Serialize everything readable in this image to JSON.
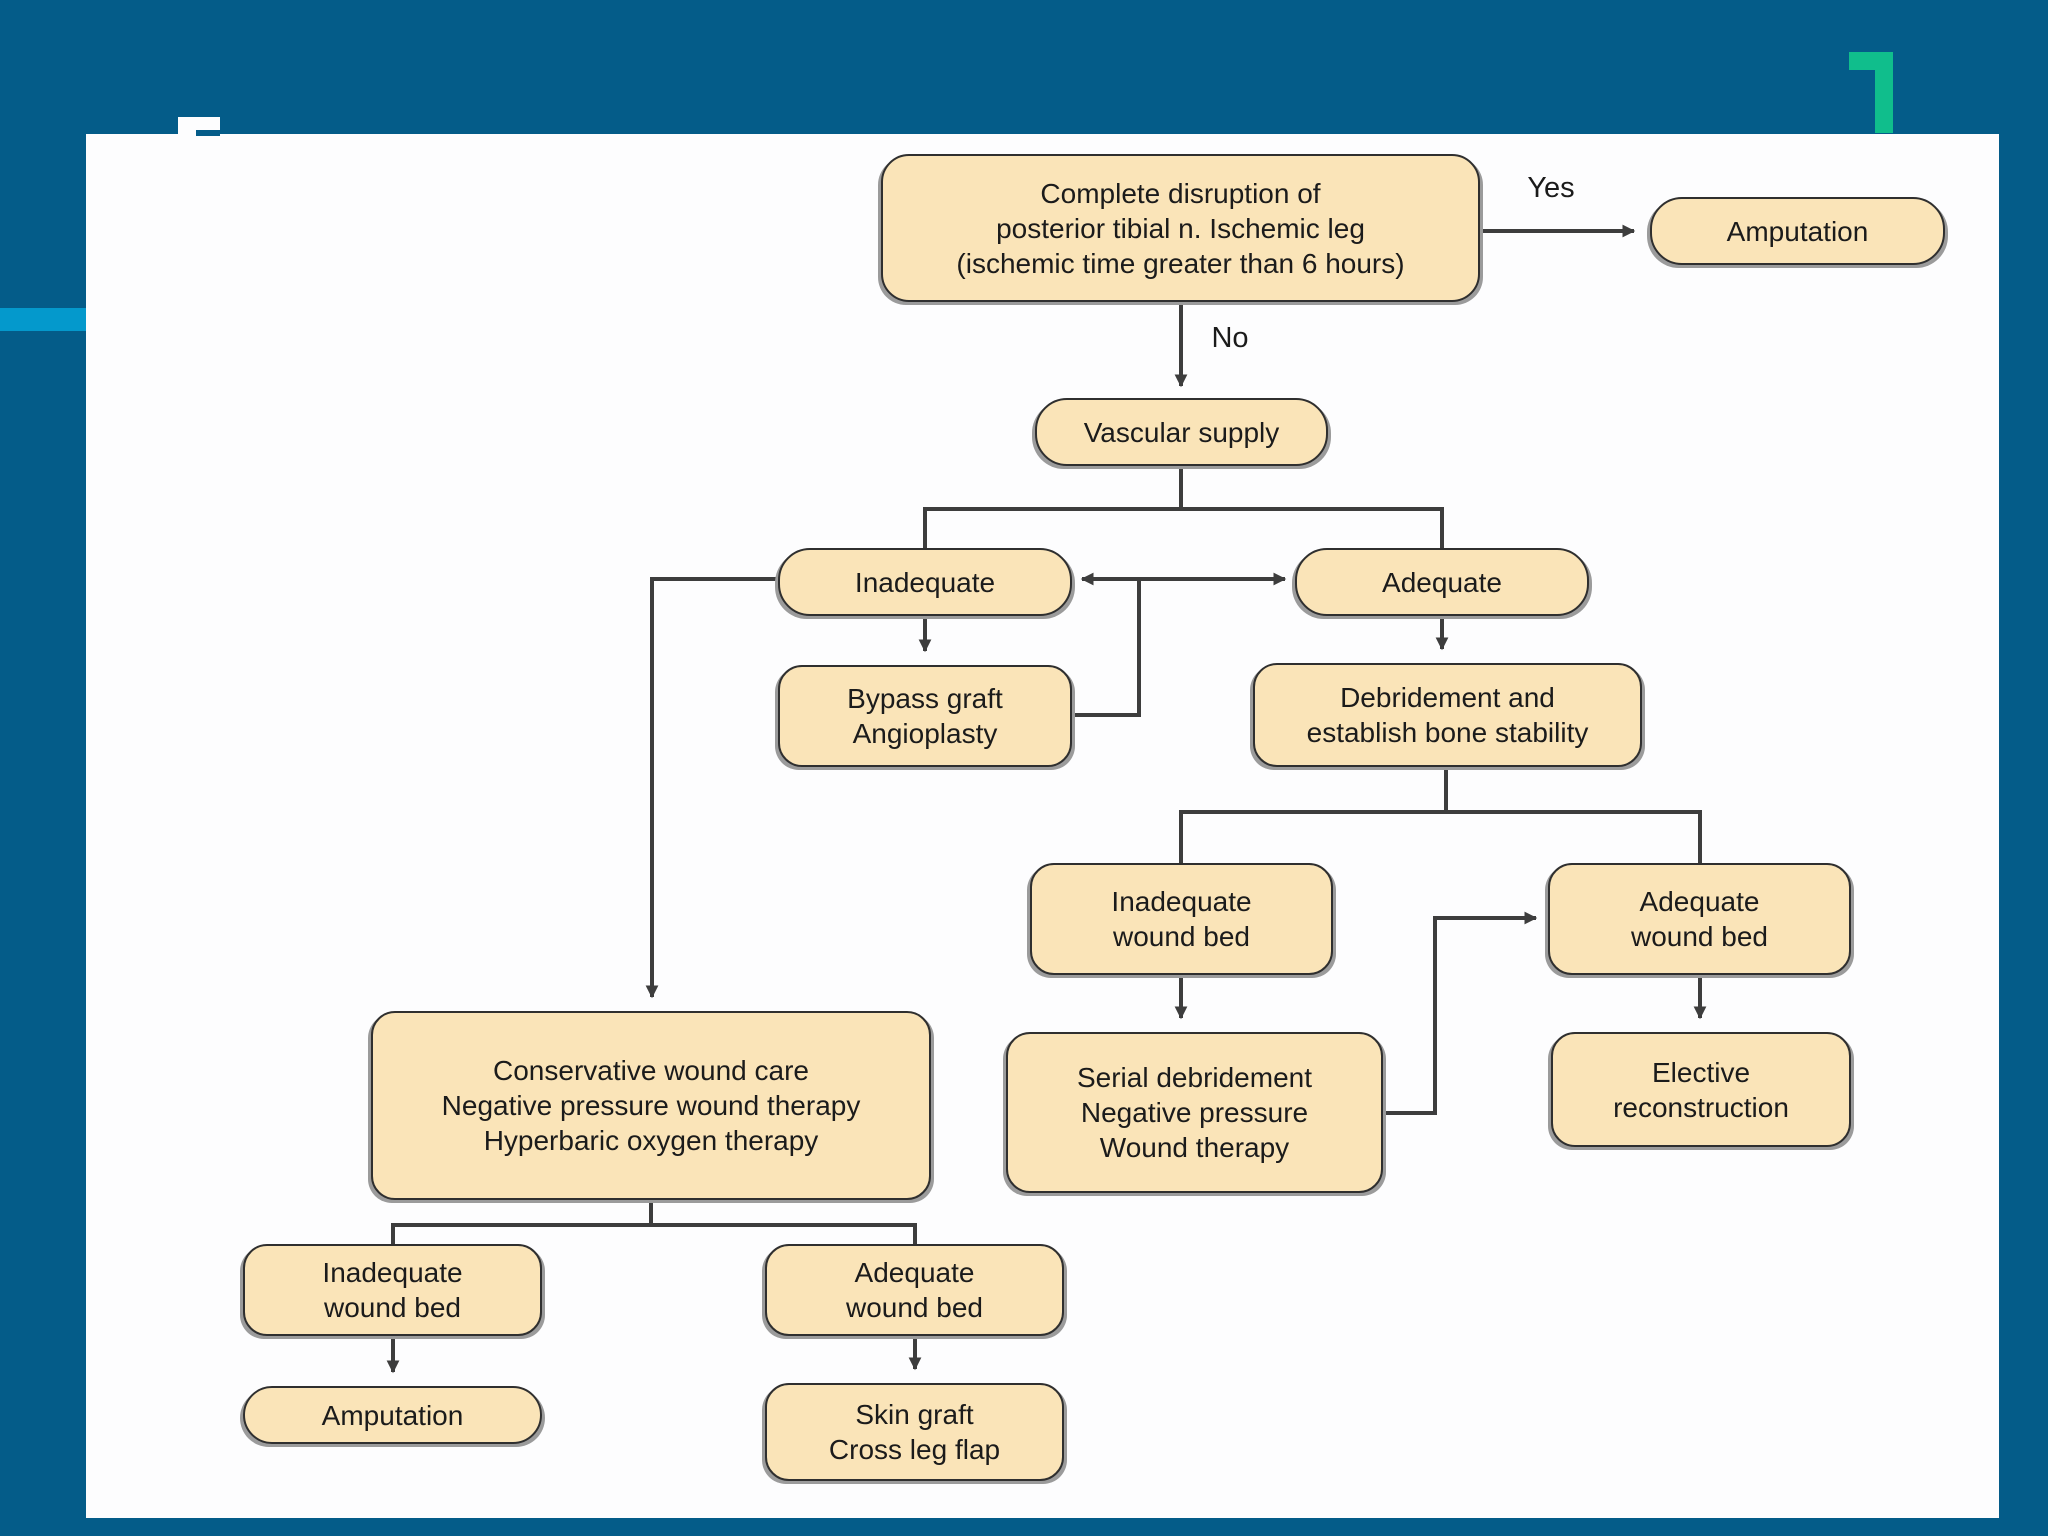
{
  "theme": {
    "background": "#045C89",
    "accent_bar": "#0499CC",
    "bracket": "#10BE8C",
    "panel": "#FDFDFE",
    "node_fill": "#FAE4B8",
    "node_border": "#2F2F2F",
    "node_shadow": "#9B9B9B",
    "connector": "#3D3D3D",
    "text": "#1B1B1B"
  },
  "flowchart": {
    "edge_labels": {
      "yes": "Yes",
      "no": "No"
    },
    "nodes": {
      "start": "Complete disruption of\nposterior tibial n. Ischemic leg\n(ischemic time greater than 6 hours)",
      "amputation_top": "Amputation",
      "vascular_supply": "Vascular supply",
      "inadequate": "Inadequate",
      "adequate": "Adequate",
      "bypass": "Bypass graft\nAngioplasty",
      "debridement": "Debridement and\nestablish bone stability",
      "inadequate_wound_bed": "Inadequate\nwound bed",
      "adequate_wound_bed": "Adequate\nwound bed",
      "serial_debridement": "Serial debridement\nNegative pressure\nWound therapy",
      "elective_reconstruction": "Elective\nreconstruction",
      "conservative": "Conservative wound care\nNegative pressure wound therapy\nHyperbaric oxygen therapy",
      "inadequate_wound_bed_2": "Inadequate\nwound bed",
      "adequate_wound_bed_2": "Adequate\nwound bed",
      "amputation_bottom": "Amputation",
      "skin_graft": "Skin graft\nCross leg flap"
    }
  }
}
